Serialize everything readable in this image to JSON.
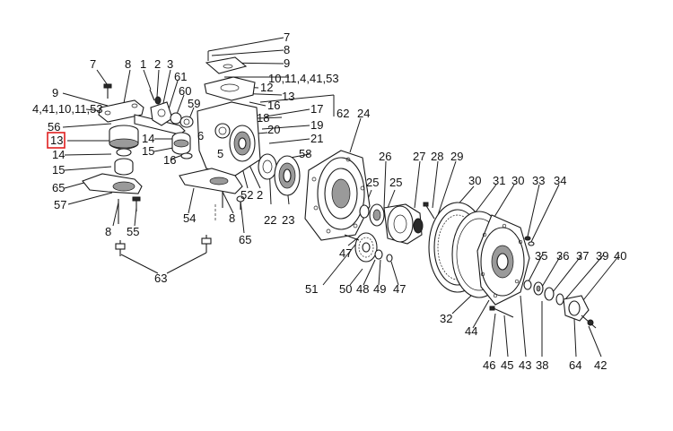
{
  "diagram": {
    "highlight_color": "#e02020",
    "line_color": "#1a1a1a",
    "highlighted_label": "13",
    "callouts": [
      {
        "id": "c7a",
        "text": "7"
      },
      {
        "id": "c8a",
        "text": "8"
      },
      {
        "id": "c9a",
        "text": "9"
      },
      {
        "id": "c10a",
        "text": "10,11,4,41,53"
      },
      {
        "id": "c12",
        "text": "12"
      },
      {
        "id": "c13a",
        "text": "13"
      },
      {
        "id": "c16a",
        "text": "16"
      },
      {
        "id": "c17",
        "text": "17"
      },
      {
        "id": "c62",
        "text": "62"
      },
      {
        "id": "c24",
        "text": "24"
      },
      {
        "id": "c18",
        "text": "18"
      },
      {
        "id": "c19",
        "text": "19"
      },
      {
        "id": "c20",
        "text": "20"
      },
      {
        "id": "c21",
        "text": "21"
      },
      {
        "id": "c58",
        "text": "58"
      },
      {
        "id": "c7b",
        "text": "7"
      },
      {
        "id": "c8b",
        "text": "8"
      },
      {
        "id": "c1",
        "text": "1"
      },
      {
        "id": "c2a",
        "text": "2"
      },
      {
        "id": "c3",
        "text": "3"
      },
      {
        "id": "c61",
        "text": "61"
      },
      {
        "id": "c60",
        "text": "60"
      },
      {
        "id": "c59",
        "text": "59"
      },
      {
        "id": "c9b",
        "text": "9"
      },
      {
        "id": "c4b",
        "text": "4,41,10,11,53"
      },
      {
        "id": "c56",
        "text": "56"
      },
      {
        "id": "c13b",
        "text": "13"
      },
      {
        "id": "c14a",
        "text": "14"
      },
      {
        "id": "c15a",
        "text": "15"
      },
      {
        "id": "c65a",
        "text": "65"
      },
      {
        "id": "c57",
        "text": "57"
      },
      {
        "id": "c14b",
        "text": "14"
      },
      {
        "id": "c15b",
        "text": "15"
      },
      {
        "id": "c16b",
        "text": "16"
      },
      {
        "id": "c6",
        "text": "6"
      },
      {
        "id": "c5",
        "text": "5"
      },
      {
        "id": "c52",
        "text": "52"
      },
      {
        "id": "c2b",
        "text": "2"
      },
      {
        "id": "c22",
        "text": "22"
      },
      {
        "id": "c23",
        "text": "23"
      },
      {
        "id": "c54",
        "text": "54"
      },
      {
        "id": "c8c",
        "text": "8"
      },
      {
        "id": "c65b",
        "text": "65"
      },
      {
        "id": "c8d",
        "text": "8"
      },
      {
        "id": "c55",
        "text": "55"
      },
      {
        "id": "c63",
        "text": "63"
      },
      {
        "id": "c26",
        "text": "26"
      },
      {
        "id": "c27",
        "text": "27"
      },
      {
        "id": "c28",
        "text": "28"
      },
      {
        "id": "c29",
        "text": "29"
      },
      {
        "id": "c30a",
        "text": "30"
      },
      {
        "id": "c31",
        "text": "31"
      },
      {
        "id": "c30b",
        "text": "30"
      },
      {
        "id": "c33",
        "text": "33"
      },
      {
        "id": "c34",
        "text": "34"
      },
      {
        "id": "c25a",
        "text": "25"
      },
      {
        "id": "c25b",
        "text": "25"
      },
      {
        "id": "c47a",
        "text": "47"
      },
      {
        "id": "c51",
        "text": "51"
      },
      {
        "id": "c50",
        "text": "50"
      },
      {
        "id": "c48",
        "text": "48"
      },
      {
        "id": "c49",
        "text": "49"
      },
      {
        "id": "c47b",
        "text": "47"
      },
      {
        "id": "c35",
        "text": "35"
      },
      {
        "id": "c36",
        "text": "36"
      },
      {
        "id": "c37",
        "text": "37"
      },
      {
        "id": "c39",
        "text": "39"
      },
      {
        "id": "c40",
        "text": "40"
      },
      {
        "id": "c32",
        "text": "32"
      },
      {
        "id": "c44",
        "text": "44"
      },
      {
        "id": "c46",
        "text": "46"
      },
      {
        "id": "c45",
        "text": "45"
      },
      {
        "id": "c43",
        "text": "43"
      },
      {
        "id": "c38",
        "text": "38"
      },
      {
        "id": "c64",
        "text": "64"
      },
      {
        "id": "c42",
        "text": "42"
      }
    ]
  }
}
